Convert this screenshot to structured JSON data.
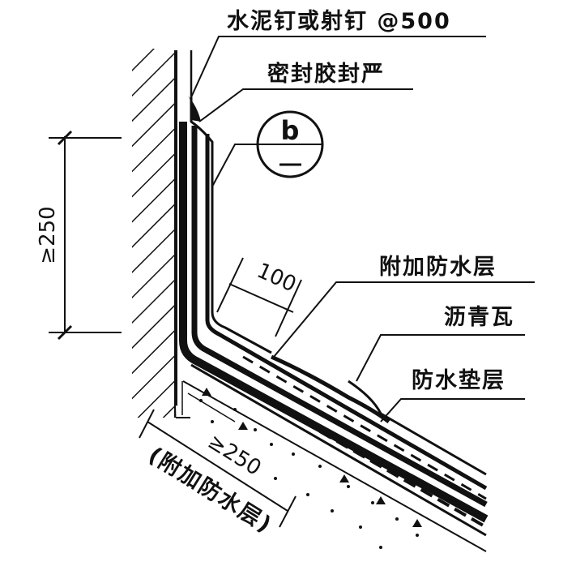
{
  "labels": {
    "nail": "水泥钉或射钉 @500",
    "sealant": "密封胶封严",
    "detail_ref": "b",
    "extra_layer": "附加防水层",
    "asphalt_shingle": "沥青瓦",
    "underlayment": "防水垫层",
    "bottom_note": "(附加防水层)"
  },
  "dimensions": {
    "vertical": "≥250",
    "lap": "100",
    "slope": "≥250"
  },
  "colors": {
    "ink": "#111111",
    "paper": "#ffffff"
  }
}
